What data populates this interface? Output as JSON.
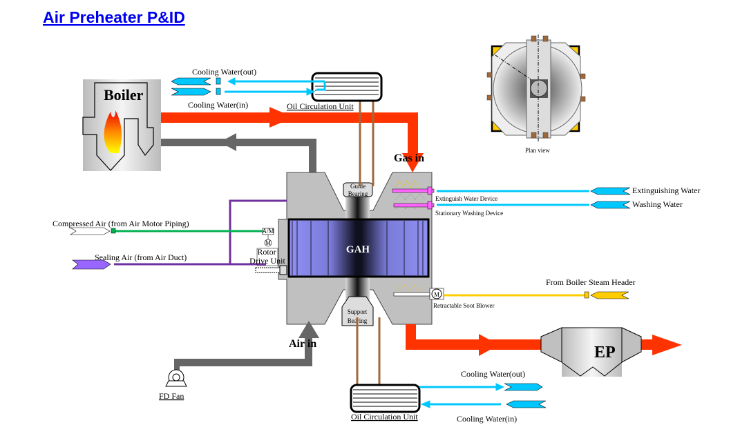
{
  "title": "Air Preheater P&ID",
  "colors": {
    "gas": "#ff3300",
    "air": "#666666",
    "water": "#00c8ff",
    "oil": "#a0693c",
    "sealing_air": "#7030a0",
    "compressed_air": "#00b050",
    "steam": "#ffcc00",
    "rotor": "#8c8cf0",
    "title": "#0000ee"
  },
  "labels": {
    "boiler": "Boiler",
    "gas_in": "Gas in",
    "air_in": "Air in",
    "gah": "GAH",
    "ep": "EP",
    "guide_bearing": [
      "Guide",
      "Bearing"
    ],
    "support_bearing": [
      "Support",
      "Bearing"
    ],
    "rotor_drive_unit": [
      "Rotor",
      "Drive Unit"
    ],
    "am": "A/M",
    "motor": "M",
    "oil_unit_top": "Oil Circulation Unit",
    "oil_unit_bottom": "Oil Circulation Unit",
    "cw_out_top": "Cooling Water(out)",
    "cw_in_top": "Cooling Water(in)",
    "cw_out_bottom": "Cooling Water(out)",
    "cw_in_bottom": "Cooling Water(in)",
    "extinguishing_water": "Extinguishing Water",
    "washing_water": "Washing Water",
    "extinguish_device": "Extinguish Water Device",
    "washing_device": "Stationary Washing Device",
    "steam_header": "From Boiler Steam Header",
    "soot_blower": "Retractable Soot Blower",
    "compressed_air": "Compressed Air (from Air Motor Piping)",
    "sealing_air": "Sealing Air (from  Air Duct)",
    "fd_fan": "FD Fan",
    "plan_view": "Plan view"
  }
}
